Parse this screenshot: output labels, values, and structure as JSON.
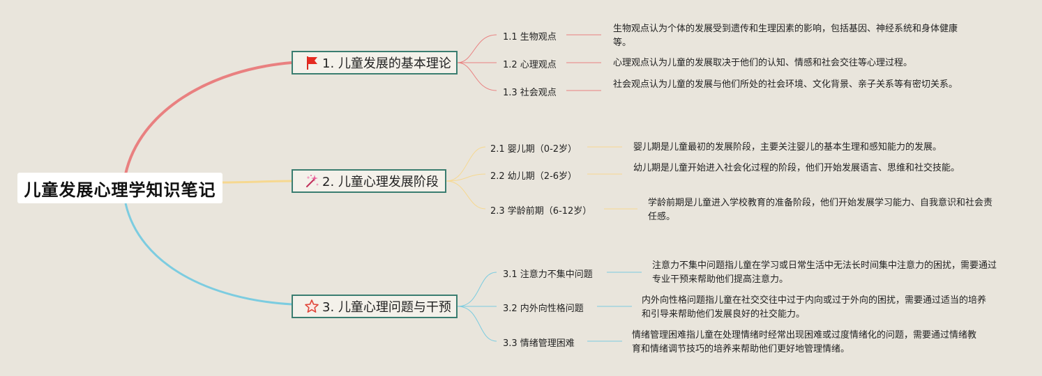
{
  "root": {
    "title": "儿童发展心理学知识笔记"
  },
  "colors": {
    "branch1": "#e98080",
    "branch2": "#f6d890",
    "branch3": "#7ccce0",
    "border": "#3a7d70"
  },
  "branches": [
    {
      "label": "1. 儿童发展的基本理论",
      "icon": "red-flag-icon",
      "children": [
        {
          "label": "1.1 生物观点",
          "desc": "生物观点认为个体的发展受到遗传和生理因素的影响，包括基因、神经系统和身体健康等。"
        },
        {
          "label": "1.2 心理观点",
          "desc": "心理观点认为儿童的发展取决于他们的认知、情感和社会交往等心理过程。"
        },
        {
          "label": "1.3 社会观点",
          "desc": "社会观点认为儿童的发展与他们所处的社会环境、文化背景、亲子关系等有密切关系。"
        }
      ]
    },
    {
      "label": "2. 儿童心理发展阶段",
      "icon": "sparkle-wand-icon",
      "children": [
        {
          "label": "2.1 婴儿期（0-2岁）",
          "desc": "婴儿期是儿童最初的发展阶段，主要关注婴儿的基本生理和感知能力的发展。"
        },
        {
          "label": "2.2 幼儿期（2-6岁）",
          "desc": "幼儿期是儿童开始进入社会化过程的阶段，他们开始发展语言、思维和社交技能。"
        },
        {
          "label": "2.3 学龄前期（6-12岁）",
          "desc": "学龄前期是儿童进入学校教育的准备阶段，他们开始发展学习能力、自我意识和社会责任感。"
        }
      ]
    },
    {
      "label": "3. 儿童心理问题与干预",
      "icon": "star-outline-icon",
      "children": [
        {
          "label": "3.1 注意力不集中问题",
          "desc": "注意力不集中问题指儿童在学习或日常生活中无法长时间集中注意力的困扰，需要通过专业干预来帮助他们提高注意力。"
        },
        {
          "label": "3.2 内外向性格问题",
          "desc": "内外向性格问题指儿童在社交交往中过于内向或过于外向的困扰，需要通过适当的培养和引导来帮助他们发展良好的社交能力。"
        },
        {
          "label": "3.3 情绪管理困难",
          "desc": "情绪管理困难指儿童在处理情绪时经常出现困难或过度情绪化的问题，需要通过情绪教育和情绪调节技巧的培养来帮助他们更好地管理情绪。"
        }
      ]
    }
  ]
}
